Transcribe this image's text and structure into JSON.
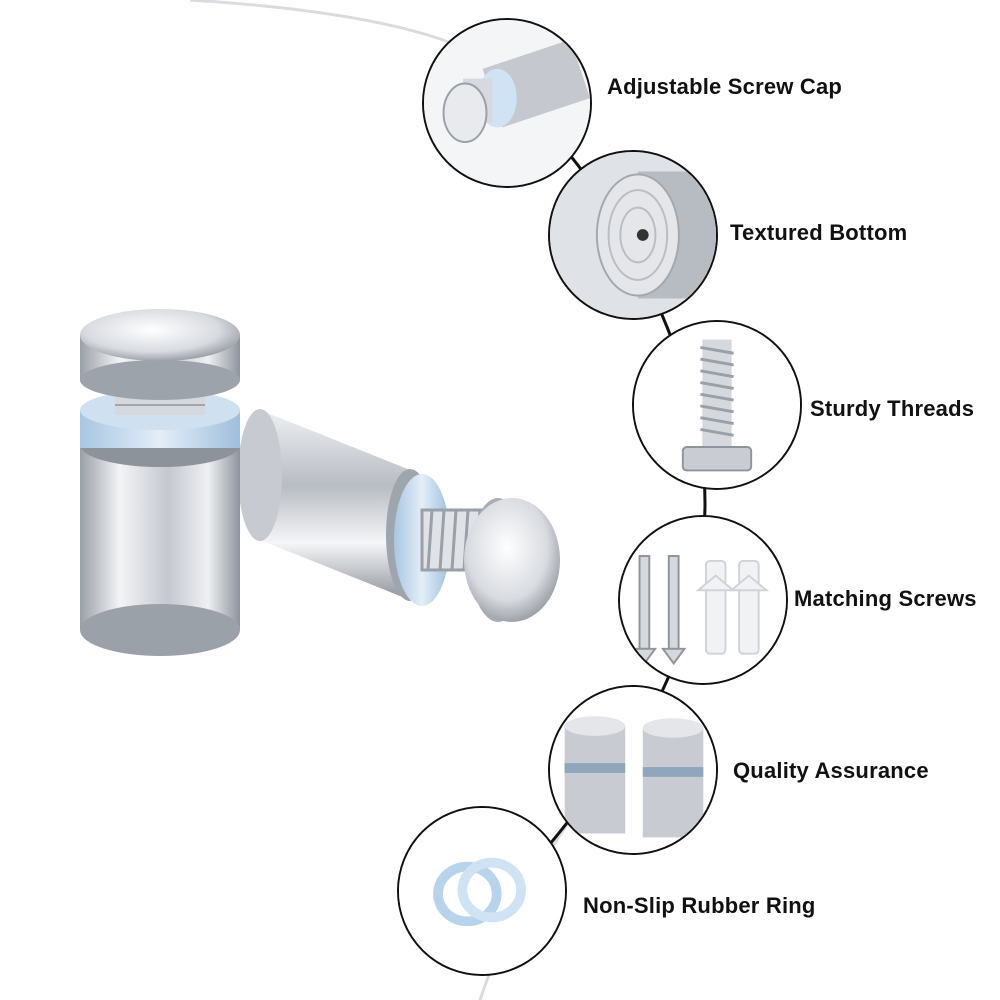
{
  "features": [
    {
      "label": "Adjustable Screw Cap",
      "icon": "screw-cap-icon"
    },
    {
      "label": "Textured Bottom",
      "icon": "textured-bottom-icon"
    },
    {
      "label": "Sturdy Threads",
      "icon": "threaded-screw-icon"
    },
    {
      "label": "Matching Screws",
      "icon": "screws-and-anchors-icon"
    },
    {
      "label": "Quality Assurance",
      "icon": "standoff-pair-icon"
    },
    {
      "label": "Non-Slip Rubber Ring",
      "icon": "rubber-ring-icon"
    }
  ],
  "colors": {
    "line": "#111111",
    "steel_light": "#f4f5f7",
    "steel_mid": "#c9cdd3",
    "steel_dark": "#7d838b",
    "rubber": "#cfe3f5",
    "rubber_edge": "#9fbfdc"
  }
}
